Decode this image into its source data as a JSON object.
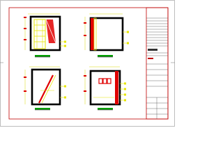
{
  "drawing": {
    "title": "",
    "views": [
      {
        "id": "view-1",
        "caption": "",
        "scale": ""
      },
      {
        "id": "view-2",
        "caption": "",
        "scale": ""
      },
      {
        "id": "view-3",
        "caption": "",
        "scale": ""
      },
      {
        "id": "view-4",
        "caption": "",
        "scale": ""
      }
    ],
    "colors": {
      "frame": "#c00000",
      "wall": "#000000",
      "yellow": "#e6e600",
      "red": "#e00000",
      "green": "#00a000",
      "dim": "#d8d800"
    }
  }
}
